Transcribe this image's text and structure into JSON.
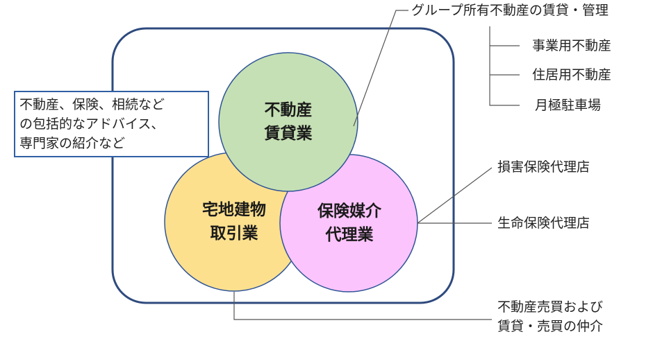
{
  "colors": {
    "frame": "#2e4a7e",
    "box_border": "#2e5fa3",
    "circle_rental": "#c5e0b4",
    "circle_brokerage": "#fde08e",
    "circle_insurance": "#fcc4fc",
    "circle_stroke": "#2f5597",
    "leader_line": "#555555"
  },
  "circles": {
    "rental": {
      "line1": "不動産",
      "line2": "賃貸業"
    },
    "brokerage": {
      "line1": "宅地建物",
      "line2": "取引業"
    },
    "insurance": {
      "line1": "保険媒介",
      "line2": "代理業"
    }
  },
  "advice_box": {
    "line1": "不動産、保険、相続など",
    "line2": "の包括的なアドバイス、",
    "line3": "専門家の紹介など"
  },
  "labels": {
    "rental_top": "グループ所有不動産の賃貸・管理",
    "rental_business": "事業用不動産",
    "rental_residential": "住居用不動産",
    "rental_parking": "月極駐車場",
    "insurance_nonlife": "損害保険代理店",
    "insurance_life": "生命保険代理店",
    "brokerage_line1": "不動産売買および",
    "brokerage_line2": "賃貸・売買の仲介"
  }
}
